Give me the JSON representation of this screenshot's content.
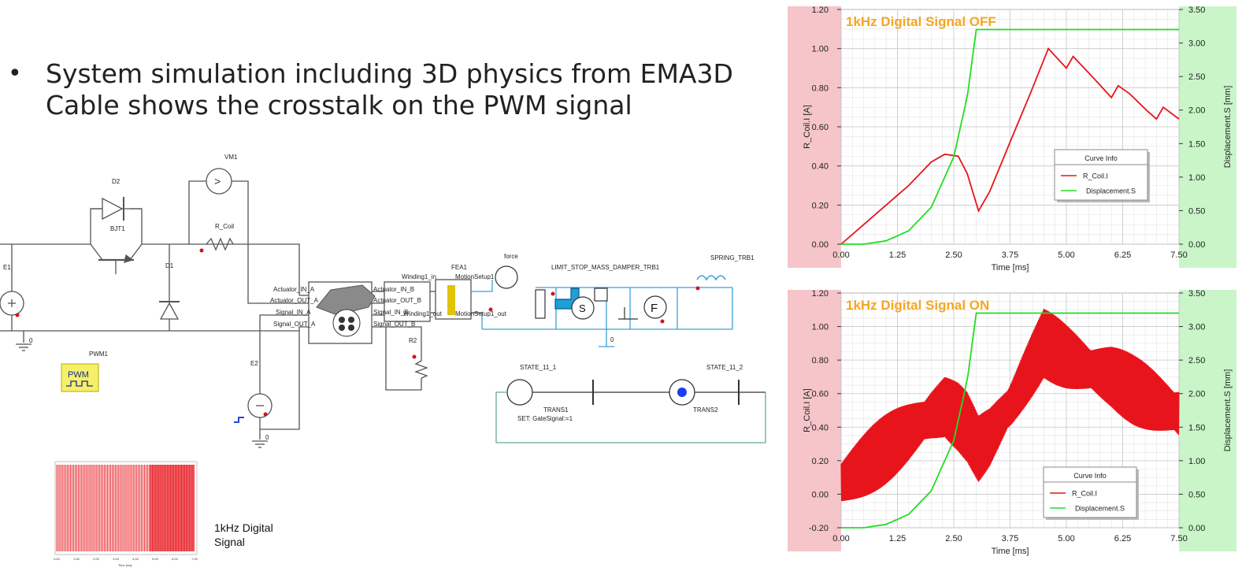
{
  "bullet": {
    "line1": "System simulation including 3D physics from EMA3D",
    "line2": "Cable shows the crosstalk on the PWM signal"
  },
  "schematic": {
    "labels": {
      "vm1": "VM1",
      "d2": "D2",
      "bjt1": "BJT1",
      "r_coil": "R_Coil",
      "d1": "D1",
      "e1": "E1",
      "pwm_block_name": "PWM1",
      "pwm_block_text": "PWM",
      "e2": "E2",
      "gnd1": "0",
      "gnd2": "0",
      "gnd3": "0",
      "act_in_a": "Actuator_IN_A",
      "act_out_a": "Actuator_OUT_A",
      "sig_in_a": "Signal_IN_A",
      "sig_out_a": "Signal_OUT_A",
      "act_in_b": "Actuator_IN_B",
      "act_out_b": "Actuator_OUT_B",
      "sig_in_b": "Signal_IN_B",
      "sig_out_b": "Signal_OUT_B",
      "winding_in": "Winding1_in",
      "winding_out": "Winding1_out",
      "motion_a": "MotionSetup1",
      "motion_b": "MotionSetup1_out",
      "fea1": "FEA1",
      "force": "force",
      "limit": "LIMIT_STOP_MASS_DAMPER_TRB1",
      "spring": "SPRING_TRB1",
      "r2": "R2",
      "state1": "STATE_11_1",
      "state2": "STATE_11_2",
      "trans1": "TRANS1",
      "trans1_set": "SET: GateSignal:=1",
      "trans2": "TRANS2",
      "s_symbol": "S",
      "f_symbol": "F"
    }
  },
  "signal_thumb": {
    "label_line1": "1kHz Digital",
    "label_line2": "Signal",
    "xticks": [
      "0.00",
      "1.00",
      "2.00",
      "3.00",
      "4.00",
      "5.00",
      "6.00",
      "7.00"
    ],
    "xlabel": "Time [ms]",
    "color": "#e8141c"
  },
  "colors": {
    "coil": "#e8141c",
    "displacement": "#22dd22",
    "title": "#f5a623",
    "left_axis_band": "#f5c5c9",
    "right_axis_band": "#c9f5c9"
  },
  "chart_data": [
    {
      "type": "line",
      "title": "1kHz Digital Signal OFF",
      "xlabel": "Time [ms]",
      "ylabel": "R_Coil.I [A]",
      "y2label": "Displacement.S [mm]",
      "xlim": [
        0,
        7.5
      ],
      "ylim": [
        0,
        1.2
      ],
      "y2lim": [
        0,
        3.5
      ],
      "xticks": [
        "0.00",
        "1.25",
        "2.50",
        "3.75",
        "5.00",
        "6.25",
        "7.50"
      ],
      "yticks": [
        "0.00",
        "0.20",
        "0.40",
        "0.60",
        "0.80",
        "1.00",
        "1.20"
      ],
      "y2ticks": [
        "0.00",
        "0.50",
        "1.00",
        "1.50",
        "2.00",
        "2.50",
        "3.00",
        "3.50"
      ],
      "grid": true,
      "legend": {
        "title": "Curve Info",
        "position": "center-right"
      },
      "series": [
        {
          "name": "R_Coil.I",
          "axis": "left",
          "color": "#e8141c",
          "x": [
            0,
            0.5,
            1.0,
            1.5,
            2.0,
            2.3,
            2.6,
            2.8,
            3.05,
            3.3,
            3.8,
            4.2,
            4.6,
            5.0,
            5.15,
            5.6,
            6.0,
            6.15,
            6.4,
            6.8,
            7.0,
            7.15,
            7.5
          ],
          "y": [
            0.0,
            0.1,
            0.2,
            0.3,
            0.42,
            0.46,
            0.45,
            0.36,
            0.17,
            0.27,
            0.55,
            0.77,
            1.0,
            0.9,
            0.96,
            0.85,
            0.75,
            0.81,
            0.77,
            0.68,
            0.64,
            0.7,
            0.64
          ]
        },
        {
          "name": "Displacement.S",
          "axis": "right",
          "color": "#22dd22",
          "x": [
            0,
            0.5,
            1.0,
            1.5,
            2.0,
            2.5,
            2.8,
            3.0,
            3.2,
            4.0,
            5.0,
            6.0,
            7.0,
            7.5
          ],
          "y": [
            0.0,
            0.0,
            0.05,
            0.2,
            0.55,
            1.3,
            2.2,
            3.2,
            3.2,
            3.2,
            3.2,
            3.2,
            3.2,
            3.2
          ]
        }
      ]
    },
    {
      "type": "line",
      "title": "1kHz Digital Signal ON",
      "xlabel": "Time [ms]",
      "ylabel": "R_Coil.I [A]",
      "y2label": "Displacement.S [mm]",
      "xlim": [
        0,
        7.5
      ],
      "ylim": [
        -0.2,
        1.2
      ],
      "y2lim": [
        0,
        3.5
      ],
      "xticks": [
        "0.00",
        "1.25",
        "2.50",
        "3.75",
        "5.00",
        "6.25",
        "7.50"
      ],
      "yticks": [
        "-0.20",
        "0.00",
        "0.20",
        "0.40",
        "0.60",
        "0.80",
        "1.00",
        "1.20"
      ],
      "y2ticks": [
        "0.00",
        "0.50",
        "1.00",
        "1.50",
        "2.00",
        "2.50",
        "3.00",
        "3.50"
      ],
      "grid": true,
      "legend": {
        "title": "Curve Info",
        "position": "bottom-right"
      },
      "series": [
        {
          "name": "R_Coil.I",
          "axis": "left",
          "color": "#e8141c",
          "x": [
            0,
            0.5,
            1.0,
            1.5,
            2.0,
            2.3,
            2.6,
            2.8,
            3.05,
            3.3,
            3.8,
            4.2,
            4.5,
            5.0,
            5.5,
            6.0,
            6.5,
            7.0,
            7.5
          ],
          "y": [
            0.07,
            0.17,
            0.27,
            0.37,
            0.47,
            0.52,
            0.46,
            0.4,
            0.27,
            0.34,
            0.55,
            0.75,
            0.9,
            0.82,
            0.75,
            0.7,
            0.62,
            0.55,
            0.48
          ],
          "ripple": 0.16
        },
        {
          "name": "Displacement.S",
          "axis": "right",
          "color": "#22dd22",
          "x": [
            0,
            0.5,
            1.0,
            1.5,
            2.0,
            2.5,
            2.8,
            3.0,
            3.2,
            4.0,
            5.0,
            6.0,
            7.0,
            7.5
          ],
          "y": [
            0.0,
            0.0,
            0.05,
            0.2,
            0.55,
            1.3,
            2.2,
            3.2,
            3.2,
            3.2,
            3.2,
            3.2,
            3.2,
            3.2
          ]
        }
      ]
    }
  ]
}
